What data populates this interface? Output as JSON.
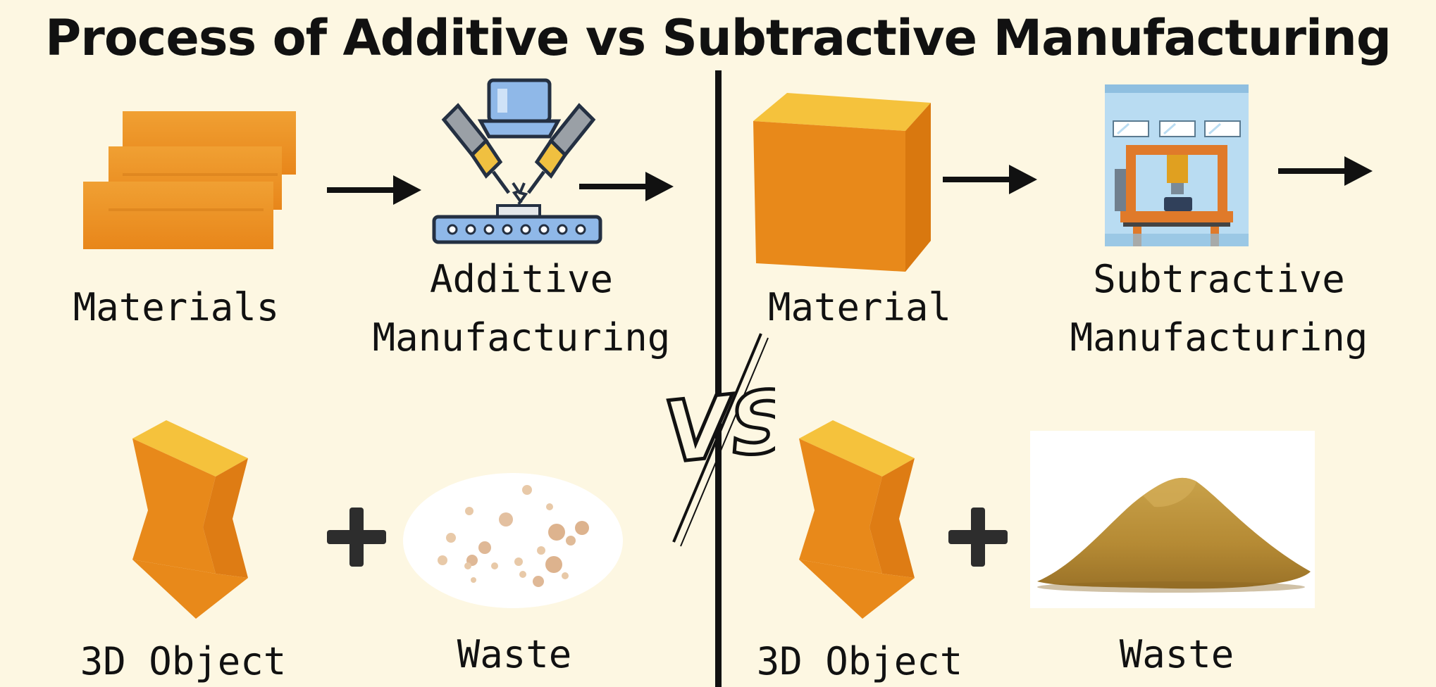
{
  "title": "Process of Additive vs Subtractive Manufacturing",
  "left": {
    "materials_label": "Materials",
    "process_label_line1": "Additive",
    "process_label_line2": "Manufacturing",
    "object_label": "3D Object",
    "waste_label": "Waste"
  },
  "right": {
    "material_label": "Material",
    "process_label_line1": "Subtractive",
    "process_label_line2": "Manufacturing",
    "object_label": "3D Object",
    "waste_label": "Waste"
  },
  "vs_text": "VS",
  "colors": {
    "background": "#fdf7e2",
    "orange": "#e8891a",
    "orange_light": "#f2ad35",
    "orange_top": "#f5c23c",
    "dark": "#111111"
  }
}
